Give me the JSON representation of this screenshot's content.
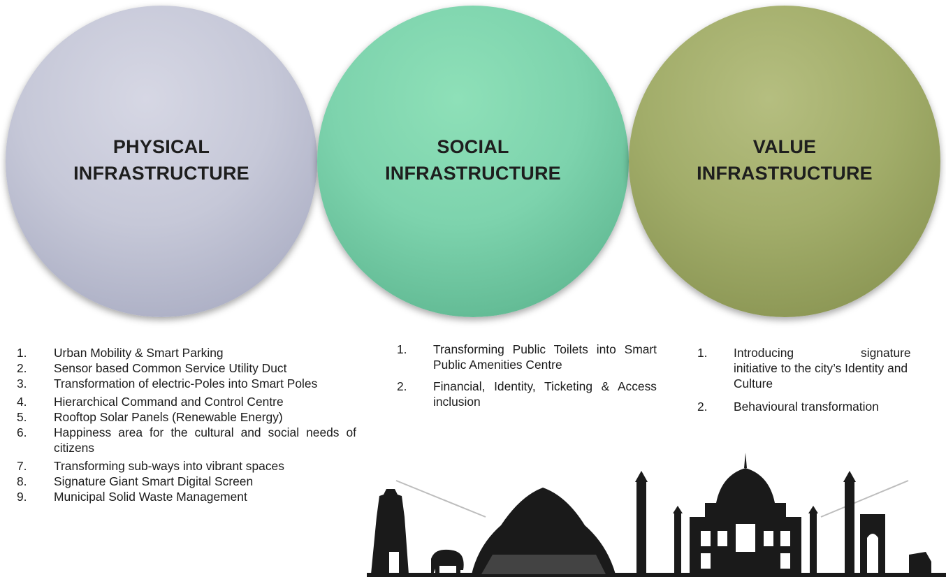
{
  "circles": [
    {
      "line1": "PHYSICAL",
      "line2": "INFRASTRUCTURE",
      "color": "#c6c8d8"
    },
    {
      "line1": "SOCIAL",
      "line2": "INFRASTRUCTURE",
      "color": "#7dd3ad"
    },
    {
      "line1": "VALUE",
      "line2": "INFRASTRUCTURE",
      "color": "#a2ad6a"
    }
  ],
  "physical_items": [
    {
      "num": "1.",
      "text": "Urban Mobility & Smart Parking"
    },
    {
      "num": "2.",
      "text": "Sensor based Common Service Utility Duct"
    },
    {
      "num": "3.",
      "text": "Transformation of electric-Poles into Smart Poles"
    },
    {
      "num": "4.",
      "text": "Hierarchical Command and Control Centre"
    },
    {
      "num": "5.",
      "text": "Rooftop Solar Panels (Renewable Energy)"
    },
    {
      "num": "6.",
      "text": "Happiness area for the cultural and social needs of citizens"
    },
    {
      "num": "7.",
      "text": "Transforming sub-ways into vibrant spaces"
    },
    {
      "num": "8.",
      "text": "Signature Giant Smart Digital Screen"
    },
    {
      "num": "9.",
      "text": "Municipal Solid Waste Management"
    }
  ],
  "social_items": [
    {
      "num": "1.",
      "text": "Transforming Public Toilets into Smart Public Amenities Centre"
    },
    {
      "num": "2.",
      "text": "Financial, Identity, Ticketing & Access inclusion"
    }
  ],
  "value_items": [
    {
      "num": "1.",
      "text_a": "Introducing",
      "text_b": "signature",
      "text_c": "initiative to the city’s Identity and Culture"
    },
    {
      "num": "2.",
      "text": "Behavioural transformation"
    }
  ]
}
